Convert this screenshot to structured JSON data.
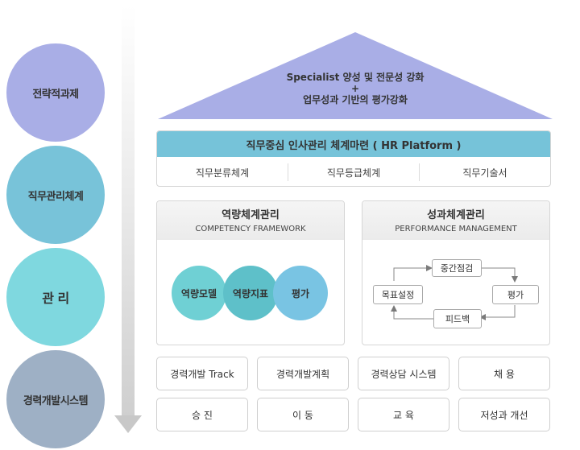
{
  "left_column": {
    "circles": [
      {
        "label": "전략적과제",
        "color": "#a9aee6"
      },
      {
        "label": "직무관리체계",
        "color": "#78c3d9"
      },
      {
        "label": "관 리",
        "color": "#7fd8df"
      },
      {
        "label": "경력개발시스템",
        "color": "#9eb0c5"
      }
    ]
  },
  "roof": {
    "line1": "Specialist 양성 및 전문성 강화",
    "line2": "+",
    "line3": "업무성과 기반의 평가강화",
    "color": "#a9aee6"
  },
  "platform": {
    "title": "직무중심 인사관리 체계마련 ( HR Platform )",
    "items": [
      "직무분류체계",
      "직무등급체계",
      "직무기술서"
    ]
  },
  "competency": {
    "title": "역량체계관리",
    "subtitle": "COMPETENCY FRAMEWORK",
    "bubbles": [
      {
        "label": "역량모델",
        "color": "#6fd0d4"
      },
      {
        "label": "역량지표",
        "color": "#5ec0c9"
      },
      {
        "label": "평가",
        "color": "#79c4e3"
      }
    ]
  },
  "performance": {
    "title": "성과체계관리",
    "subtitle": "PERFORMANCE MANAGEMENT",
    "cycle": [
      "중간점검",
      "평가",
      "피드백",
      "목표설정"
    ]
  },
  "career_items": {
    "row1": [
      "경력개발 Track",
      "경력개발계획",
      "경력상담 시스템",
      "채 용"
    ],
    "row2": [
      "승 진",
      "이 동",
      "교 육",
      "저성과 개선"
    ]
  }
}
